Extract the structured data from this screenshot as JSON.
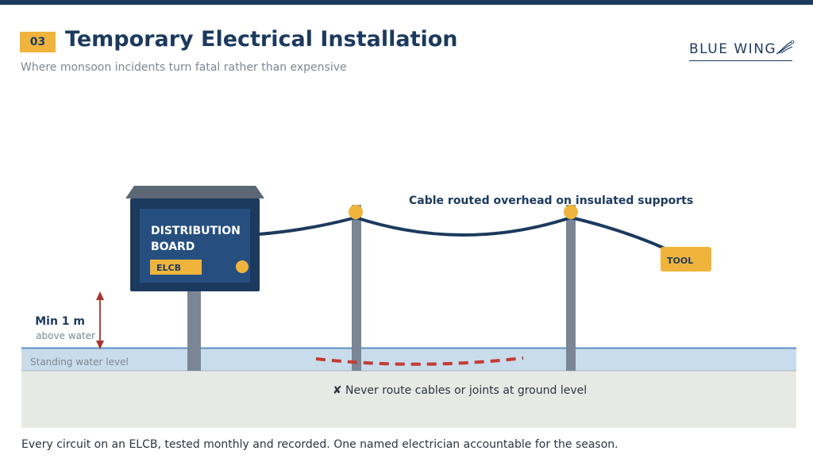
{
  "header": {
    "badge": "03",
    "title": "Temporary Electrical Installation",
    "subtitle": "Where monsoon incidents turn fatal rather than expensive"
  },
  "logo": {
    "text": "BLUE WING",
    "icon": "wing-icon"
  },
  "diagram": {
    "board_title_line1": "DISTRIBUTION",
    "board_title_line2": "BOARD",
    "elcb_label": "ELCB",
    "cable_label": "Cable routed overhead on insulated supports",
    "tool_label": "TOOL",
    "height_label": "Min 1 m",
    "height_sublabel": "above water",
    "water_label": "Standing water level",
    "warning_text": "✘ Never route cables or joints at ground level"
  },
  "footer": {
    "text": "Every circuit on an ELCB, tested monthly and recorded. One named electrician accountable for the season."
  },
  "colors": {
    "navy": "#1c3a5e",
    "accent": "#f0b43c",
    "warning_red": "#c23b33",
    "water": "#c9dceb",
    "ground": "#e7eae4",
    "pole": "#7a8694"
  }
}
